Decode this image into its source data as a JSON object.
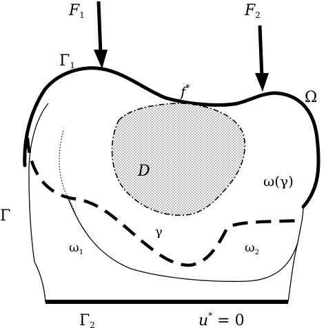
{
  "labels": {
    "force1": "F",
    "force1_sub": "1",
    "force2": "F",
    "force2_sub": "2",
    "boundary_gamma1": "Γ",
    "boundary_gamma1_sub": "1",
    "boundary_gamma2": "Γ",
    "boundary_gamma2_sub": "2",
    "boundary_gamma": "Γ",
    "domain_omega": "Ω",
    "fstar": "f",
    "fstar_sup": "*",
    "region_D": "D",
    "omega_gamma": "ω(γ)",
    "curve_gamma": "γ",
    "omega1": "ω",
    "omega1_sub": "1",
    "omega2": "ω",
    "omega2_sub": "2",
    "bc_u": "u",
    "bc_sup": "*",
    "bc_rest": " = 0"
  }
}
